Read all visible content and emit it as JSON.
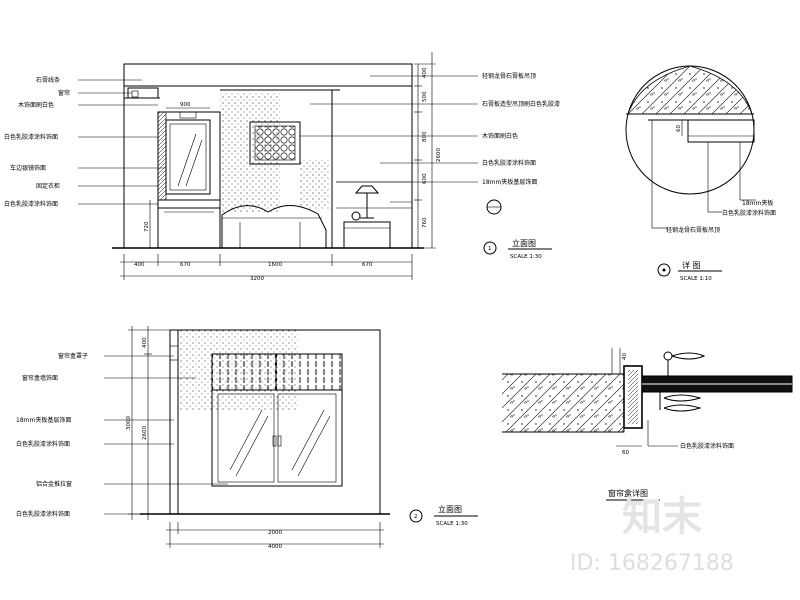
{
  "elevation_1": {
    "left_labels": [
      "石膏线条",
      "窗帘",
      "木饰面刷白色",
      "白色乳胶漆涂料饰面",
      "车边银镜饰面",
      "固定衣柜",
      "白色乳胶漆涂料饰面"
    ],
    "right_labels": [
      "轻钢龙骨石膏板吊顶",
      "石膏板造型吊顶刷白色乳胶漆",
      "木饰面刷白色",
      "白色乳胶漆涂料饰面",
      "18mm夹板基层饰面"
    ],
    "dims_bottom": [
      "400",
      "670",
      "1600",
      "670"
    ],
    "dim_total": "3200",
    "dims_right": [
      "400",
      "500",
      "800",
      "600",
      "760"
    ],
    "dim_height": "2600",
    "dim_mirror": "900",
    "dim_cabinet": "720",
    "title": "立面图",
    "scale": "SCALE 1:30",
    "index": "1"
  },
  "detail_1": {
    "title": "详 图",
    "scale": "SCALE 1:10",
    "labels": [
      "18mm夹板",
      "白色乳胶漆涂料饰面",
      "轻钢龙骨石膏板吊顶"
    ],
    "dim": "60"
  },
  "elevation_2": {
    "left_labels": [
      "窗帘盒罩子",
      "窗帘盒墙饰面",
      "18mm夹板基层饰面",
      "白色乳胶漆涂料饰面",
      "铝合金推拉窗",
      "白色乳胶漆涂料饰面"
    ],
    "dims_left": [
      "400",
      "2600"
    ],
    "dim_height": "3000",
    "dims_bottom": [
      "2000"
    ],
    "dim_total": "4000",
    "title": "立面图",
    "scale": "SCALE 1:30",
    "index": "2"
  },
  "detail_2": {
    "title": "窗帘盒详图",
    "label": "白色乳胶漆涂料饰面",
    "dims": [
      "40",
      "60"
    ]
  },
  "watermark": {
    "brand": "知末",
    "id": "ID: 168267188"
  }
}
